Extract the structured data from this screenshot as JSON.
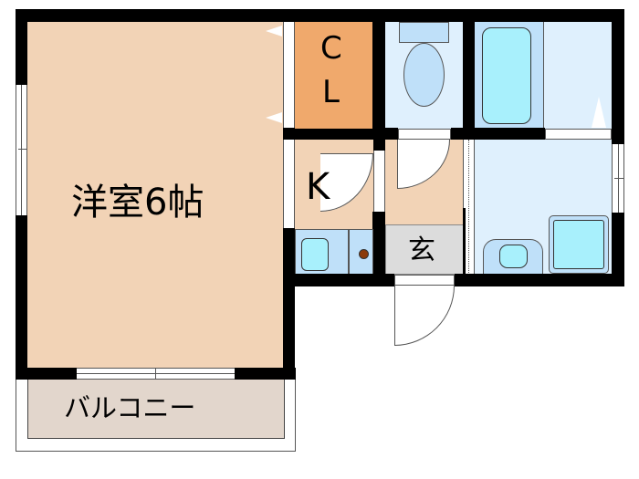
{
  "floor_plan": {
    "rooms": {
      "western_room": {
        "label": "洋室6帖",
        "color": "#f2d3b6"
      },
      "closet": {
        "label_line1": "C",
        "label_line2": "L",
        "color": "#f0a96c"
      },
      "kitchen": {
        "label": "K",
        "color": "#f2d3b6"
      },
      "entrance": {
        "label": "玄",
        "color": "#dcdcdc"
      },
      "balcony": {
        "label": "バルコニー",
        "color": "#e2d6cc"
      },
      "toilet": {
        "color": "#dff0fd"
      },
      "bathroom": {
        "color": "#dff0fd"
      },
      "washroom": {
        "color": "#dff0fd"
      }
    },
    "colors": {
      "wall": "#000000",
      "fixture": "#bfe0f9",
      "basin": "#a8f0fc",
      "gas_outlet": "#8b3a0a"
    }
  }
}
